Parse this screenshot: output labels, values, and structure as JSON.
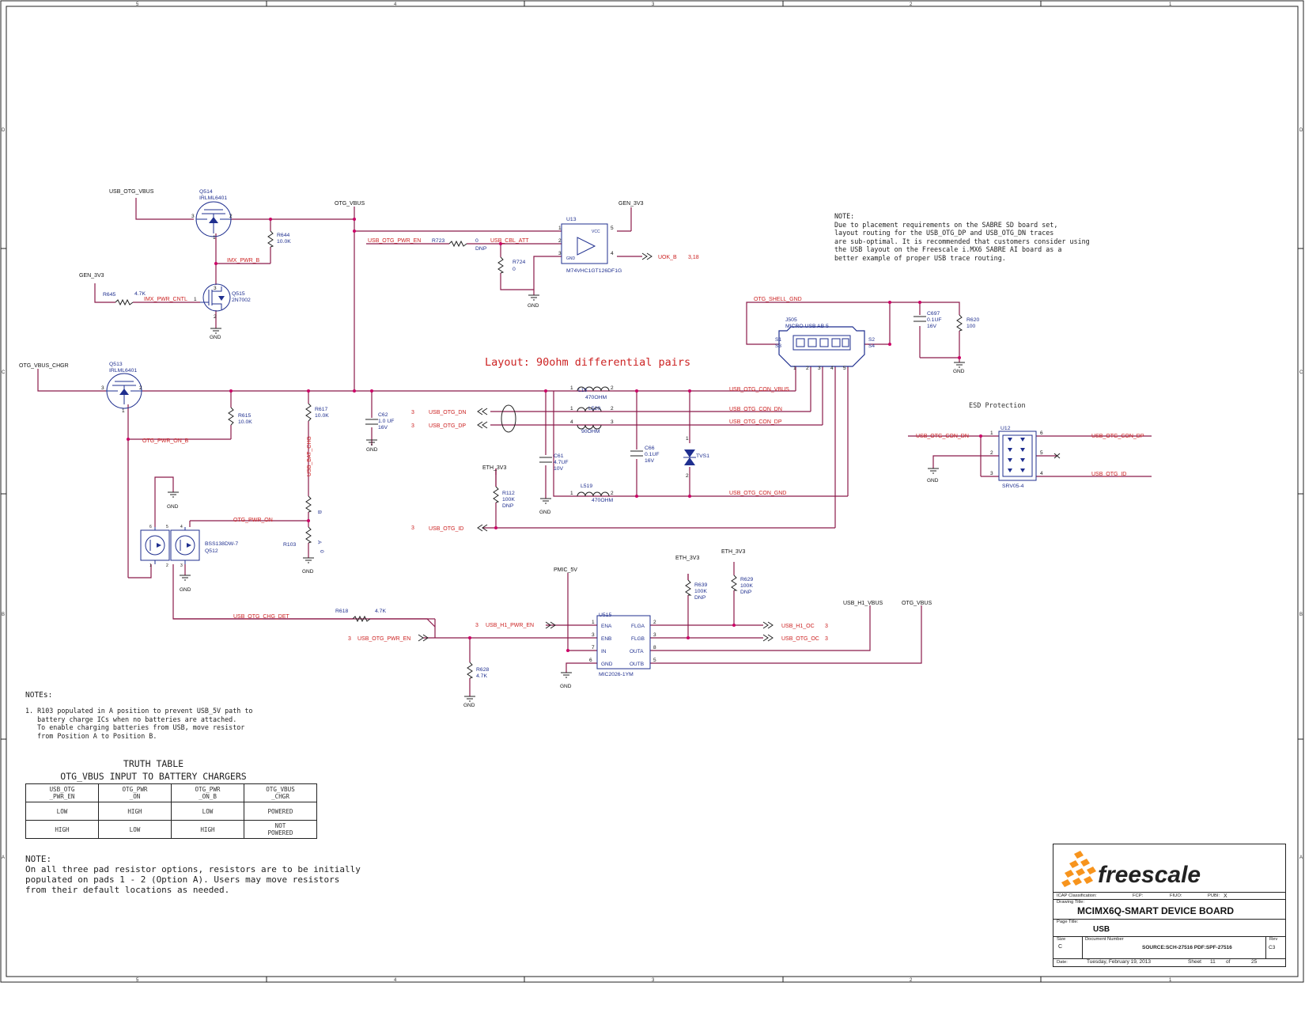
{
  "sheet": {
    "border_cols_top": [
      "5",
      "4",
      "3",
      "2",
      "1"
    ],
    "border_cols_bottom": [
      "5",
      "4",
      "3",
      "2",
      "1"
    ],
    "border_rows": [
      "D",
      "C",
      "B",
      "A"
    ]
  },
  "layout_note": "Layout: 90ohm differential pairs",
  "esd_title": "ESD Protection",
  "note_top": "NOTE:\nDue to placement requirements on the SABRE SD board set,\nlayout routing for the USB_OTG_DP and USB_OTG_DN traces\nare sub-optimal. It is recommended that customers consider using\nthe USB layout on the Freescale i.MX6 SABRE AI board as a\nbetter example of proper USB trace routing.",
  "notes_left_title": "NOTEs:",
  "notes_left_body": "1. R103 populated in A position to prevent USB_5V path to\n   battery charge ICs when no batteries are attached.\n   To enable charging batteries from USB, move resistor\n   from Position A to Position B.",
  "truth_table": {
    "title1": "TRUTH TABLE",
    "title2": "OTG_VBUS INPUT TO BATTERY CHARGERS",
    "header": [
      "USB_OTG\n_PWR_EN",
      "OTG_PWR\n_ON",
      "OTG_PWR\n_ON_B",
      "OTG_VBUS\n_CHGR"
    ],
    "rows": [
      [
        "LOW",
        "HIGH",
        "LOW",
        "POWERED"
      ],
      [
        "HIGH",
        "LOW",
        "HIGH",
        "NOT\nPOWERED"
      ]
    ]
  },
  "note_bottom": "NOTE:\nOn all three pad resistor options, resistors are to be initially\npopulated on pads 1 - 2 (Option A). Users may move resistors\nfrom their default locations as needed.",
  "title_block": {
    "logo_text": "freescale",
    "icap_label": "ICAP Classification:",
    "fcp_label": "FCP:",
    "fiuo_label": "FIUO:",
    "pubi_label": "PUBI:",
    "pubi_value": "X",
    "drawing_title_label": "Drawing Title:",
    "drawing_title": "MCIMX6Q-SMART DEVICE BOARD",
    "page_title_label": "Page Title:",
    "page_title": "USB",
    "size_label": "Size",
    "size_value": "C",
    "docnum_label": "Document Number",
    "docnum_value": "SOURCE:SCH-27516 PDF:SPF-27516",
    "rev_label": "Rev",
    "rev_value": "C3",
    "date_label": "Date:",
    "date_value": "Tuesday, February 19, 2013",
    "sheet_label": "Sheet",
    "sheet_value": "11",
    "of_label": "of",
    "of_value": "25"
  },
  "components": {
    "Q514": {
      "ref": "Q514",
      "part": "IRLML6401"
    },
    "Q515": {
      "ref": "Q515",
      "part": "2N7002"
    },
    "Q513": {
      "ref": "Q513",
      "part": "IRLML6401"
    },
    "Q512": {
      "ref": "Q512",
      "part": "BSS138DW-7"
    },
    "R644": {
      "ref": "R644",
      "value": "10.0K"
    },
    "R645": {
      "ref": "R645",
      "value": "4.7K"
    },
    "R615": {
      "ref": "R615",
      "value": "10.0K"
    },
    "R617": {
      "ref": "R617",
      "value": "10.0K"
    },
    "R103": {
      "ref": "R103",
      "b": "B",
      "a": "A",
      "zero": "0"
    },
    "R618": {
      "ref": "R618",
      "value": "4.7K"
    },
    "R628": {
      "ref": "R628",
      "value": "4.7K"
    },
    "R723": {
      "ref": "R723",
      "value": "0",
      "dnp": "DNP"
    },
    "R724": {
      "ref": "R724",
      "value": "0"
    },
    "R112": {
      "ref": "R112",
      "value": "100K",
      "dnp": "DNP"
    },
    "R639": {
      "ref": "R639",
      "value": "100K",
      "dnp": "DNP"
    },
    "R629": {
      "ref": "R629",
      "value": "100K",
      "dnp": "DNP"
    },
    "R620": {
      "ref": "R620",
      "value": "100"
    },
    "C62": {
      "ref": "C62",
      "value": "1.0 UF",
      "volt": "16V"
    },
    "C61": {
      "ref": "C61",
      "value": "4.7UF",
      "volt": "10V"
    },
    "C66": {
      "ref": "C66",
      "value": "0.1UF",
      "volt": "16V"
    },
    "C697": {
      "ref": "C697",
      "value": "0.1UF",
      "volt": "16V"
    },
    "L15": {
      "ref": "L15",
      "value": "470OHM"
    },
    "L520": {
      "ref": "L520",
      "value": "90OHM"
    },
    "L519": {
      "ref": "L519",
      "value": "470OHM"
    },
    "TVS1": {
      "ref": "TVS1"
    },
    "U13": {
      "ref": "U13",
      "part": "M74VHC1GT126DF1G",
      "vcc": "VCC",
      "gnd": "GND"
    },
    "J505": {
      "ref": "J505",
      "part": "MICRO USB AB 5",
      "s1": "S1",
      "s2": "S2",
      "s3": "S3",
      "s4": "S4"
    },
    "U12": {
      "ref": "U12",
      "part": "SRV05-4"
    },
    "U515": {
      "ref": "U515",
      "part": "MIC2026-1YM",
      "pins": [
        "ENA",
        "ENB",
        "IN",
        "GND",
        "FLGA",
        "FLGB",
        "OUTA",
        "OUTB"
      ]
    }
  },
  "nets": {
    "usb_otg_vbus": "USB_OTG_VBUS",
    "otg_vbus": "OTG_VBUS",
    "gen_3v3": "GEN_3V3",
    "imx_pwr_b": "IMX_PWR_B",
    "imx_pwr_cntl": "IMX_PWR_CNTL",
    "otg_vbus_chgr": "OTG_VBUS_CHGR",
    "otg_pwr_on_b": "OTG_PWR_ON_B",
    "otg_pwr_on": "OTG_PWR_ON",
    "usb_bat_chg": "USB_BAT_CHG",
    "usb_otg_pwr_en": "USB_OTG_PWR_EN",
    "usb_cbl_att": "USB_CBL_ATT",
    "uok_b": "UOK_B",
    "uok_page": "3,18",
    "otg_shell_gnd": "OTG_SHELL_GND",
    "usb_otg_con_vbus": "USB_OTG_CON_VBUS",
    "usb_otg_dn": "USB_OTG_DN",
    "usb_otg_dp": "USB_OTG_DP",
    "usb_otg_con_dn": "USB_OTG_CON_DN",
    "usb_otg_con_dp": "USB_OTG_CON_DP",
    "usb_otg_con_gnd": "USB_OTG_CON_GND",
    "usb_otg_id": "USB_OTG_ID",
    "eth_3v3": "ETH_3V3",
    "pmic_5v": "PMIC_5V",
    "usb_otg_chg_det": "USB_OTG_CHG_DET",
    "usb_h1_pwr_en": "USB_H1_PWR_EN",
    "usb_h1_oc": "USB_H1_OC",
    "usb_otg_oc": "USB_OTG_OC",
    "usb_h1_vbus": "USB_H1_VBUS",
    "gnd": "GND",
    "page_ref": "3"
  }
}
